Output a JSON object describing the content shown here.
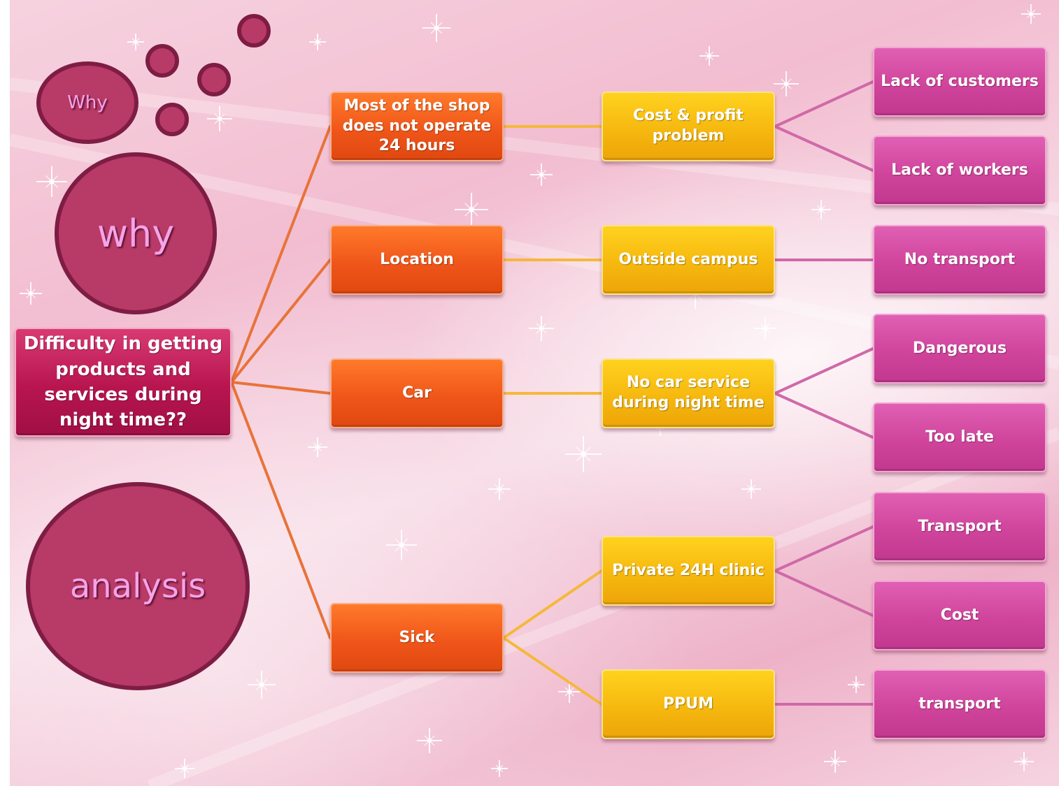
{
  "bubbles": {
    "small_why": "Why",
    "big_why": "why",
    "analysis": "analysis"
  },
  "root": "Difficulty in getting products and services during night time??",
  "branches": [
    {
      "label": "Most of the shop does not operate 24 hours",
      "children": [
        {
          "label": "Cost & profit problem",
          "children": [
            "Lack of customers",
            "Lack of workers"
          ]
        }
      ]
    },
    {
      "label": "Location",
      "children": [
        {
          "label": "Outside campus",
          "children": [
            "No transport"
          ]
        }
      ]
    },
    {
      "label": "Car",
      "children": [
        {
          "label": "No car service during night time",
          "children": [
            "Dangerous",
            "Too late"
          ]
        }
      ]
    },
    {
      "label": "Sick",
      "children": [
        {
          "label": "Private 24H clinic",
          "children": [
            "Transport",
            "Cost"
          ]
        },
        {
          "label": "PPUM",
          "children": [
            "transport"
          ]
        }
      ]
    }
  ],
  "colors": {
    "root": "#b8154f",
    "level1": "#f0561a",
    "level2": "#f6b80f",
    "level3": "#d0449c",
    "bubble": "#b83a66",
    "bubble_text": "#f6a3e8"
  }
}
